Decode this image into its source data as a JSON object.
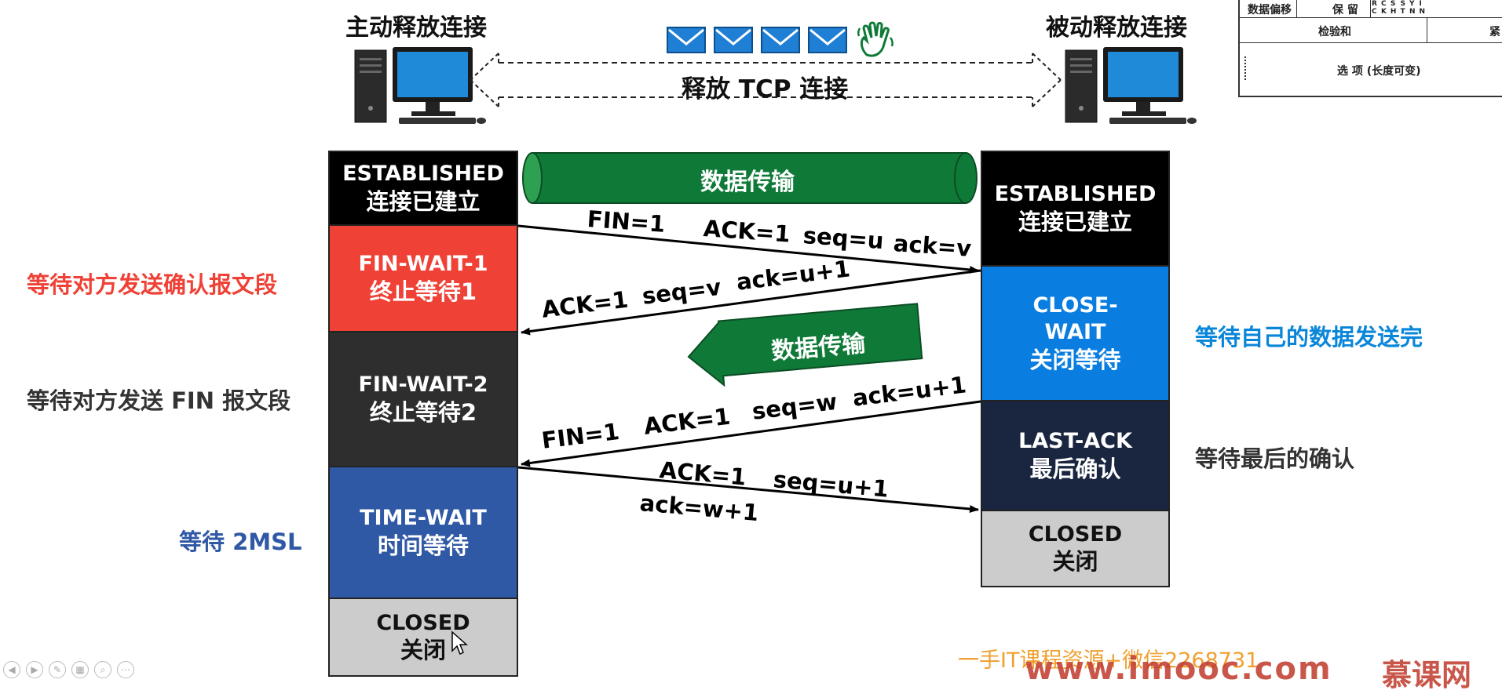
{
  "header": {
    "active_title": "主动释放连接",
    "passive_title": "被动释放连接",
    "release_label": "释放 TCP 连接"
  },
  "colors": {
    "established": "#000000",
    "fin_wait_1": "#ef4136",
    "fin_wait_2": "#2e2e2e",
    "time_wait": "#2f58a5",
    "closed": "#cccccc",
    "close_wait": "#0a7ee0",
    "last_ack": "#1a2540",
    "data_green": "#0f7a38",
    "note_red": "#ef4136",
    "note_blue": "#2f58a5",
    "note_cyan": "#0a86d9",
    "note_dark": "#333333"
  },
  "left_states": [
    {
      "en": "ESTABLISHED",
      "cn": "连接已建立"
    },
    {
      "en": "FIN-WAIT-1",
      "cn": "终止等待1"
    },
    {
      "en": "FIN-WAIT-2",
      "cn": "终止等待2"
    },
    {
      "en": "TIME-WAIT",
      "cn": "时间等待"
    },
    {
      "en": "CLOSED",
      "cn": "关闭"
    }
  ],
  "right_states": [
    {
      "en": "ESTABLISHED",
      "cn": "连接已建立"
    },
    {
      "en": "CLOSE-",
      "en2": "WAIT",
      "cn": "关闭等待"
    },
    {
      "en": "LAST-ACK",
      "cn": "最后确认"
    },
    {
      "en": "CLOSED",
      "cn": "关闭"
    }
  ],
  "left_notes": [
    "等待对方发送确认报文段",
    "等待对方发送 FIN 报文段",
    "等待 2MSL"
  ],
  "right_notes": [
    "等待自己的数据发送完",
    "等待最后的确认"
  ],
  "data_transfer": {
    "top_label": "数据传输",
    "reverse_label": "数据传输"
  },
  "messages": {
    "m1": {
      "fin": "FIN=1",
      "ack": "ACK=1",
      "seq": "seq=u",
      "acknum": "ack=v"
    },
    "m2": {
      "ack": "ACK=1",
      "seq": "seq=v",
      "acknum": "ack=u+1"
    },
    "m3": {
      "fin": "FIN=1",
      "ack": "ACK=1",
      "seq": "seq=w",
      "acknum": "ack=u+1"
    },
    "m4": {
      "ack": "ACK=1",
      "seq": "seq=u+1",
      "acknum": "ack=w+1"
    }
  },
  "corner_table": {
    "offset": "数据偏移",
    "reserved": "保 留",
    "flags": [
      "R",
      "C",
      "S",
      "S",
      "Y",
      "I"
    ],
    "flags2": [
      "C",
      "K",
      "H",
      "T",
      "N",
      "N"
    ],
    "checksum": "检验和",
    "urgent": "紧",
    "options": "选 项 (长度可变)"
  },
  "watermark": {
    "line1": "一手IT课程资源+微信2268731",
    "line2": "www.imooc.com",
    "brand": "慕课网"
  }
}
